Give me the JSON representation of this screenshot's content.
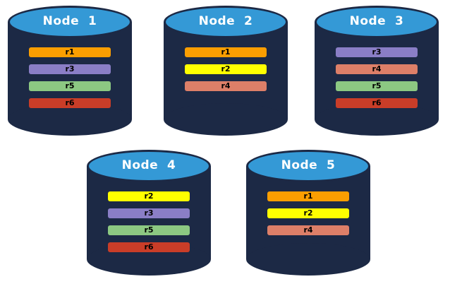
{
  "colors": {
    "canvas_background": "#ffffff",
    "cylinder_body": "#1c2945",
    "cylinder_top": "#3499d6",
    "node_title_text": "#ffffff",
    "bar_text": "#000000",
    "replica_colors": {
      "r1": "#fb9e01",
      "r2": "#ffff00",
      "r3": "#8a7ec6",
      "r4": "#dd7f68",
      "r5": "#8cc882",
      "r6": "#c93d28"
    }
  },
  "nodes": [
    {
      "name": "Node  1",
      "replicas": [
        "r1",
        "r3",
        "r5",
        "r6"
      ]
    },
    {
      "name": "Node  2",
      "replicas": [
        "r1",
        "r2",
        "r4"
      ]
    },
    {
      "name": "Node  3",
      "replicas": [
        "r3",
        "r4",
        "r5",
        "r6"
      ]
    },
    {
      "name": "Node  4",
      "replicas": [
        "r2",
        "r3",
        "r5",
        "r6"
      ]
    },
    {
      "name": "Node  5",
      "replicas": [
        "r1",
        "r2",
        "r4"
      ]
    }
  ]
}
